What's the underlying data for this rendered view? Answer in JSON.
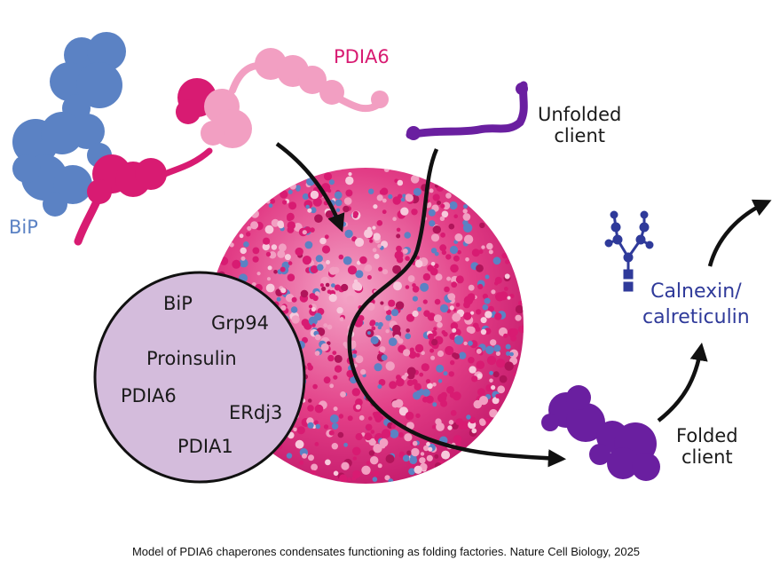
{
  "labels": {
    "bip": "BiP",
    "pdia6": "PDIA6",
    "unfolded_line1": "Unfolded",
    "unfolded_line2": "client",
    "folded_line1": "Folded",
    "folded_line2": "client",
    "calnexin_line1": "Calnexin/",
    "calnexin_line2": "calreticulin"
  },
  "condensate_components": [
    "BiP",
    "Grp94",
    "Proinsulin",
    "PDIA6",
    "ERdj3",
    "PDIA1"
  ],
  "caption": "Model of PDIA6 chaperones condensates functioning as folding factories. Nature Cell Biology, 2025",
  "icons": [
    "bip-protein-icon",
    "pdia6-protein-icon",
    "unfolded-client-icon",
    "condensate-sphere-icon",
    "folded-client-icon",
    "glycan-icon"
  ],
  "colors": {
    "bip": "#5b82c4",
    "pdia6_dark": "#d81b72",
    "pdia6_light": "#f29fc2",
    "client": "#6a1fa0",
    "calnexin": "#2f3a9a",
    "circle_fill": "#d4bcdc",
    "arrow": "#111111"
  }
}
